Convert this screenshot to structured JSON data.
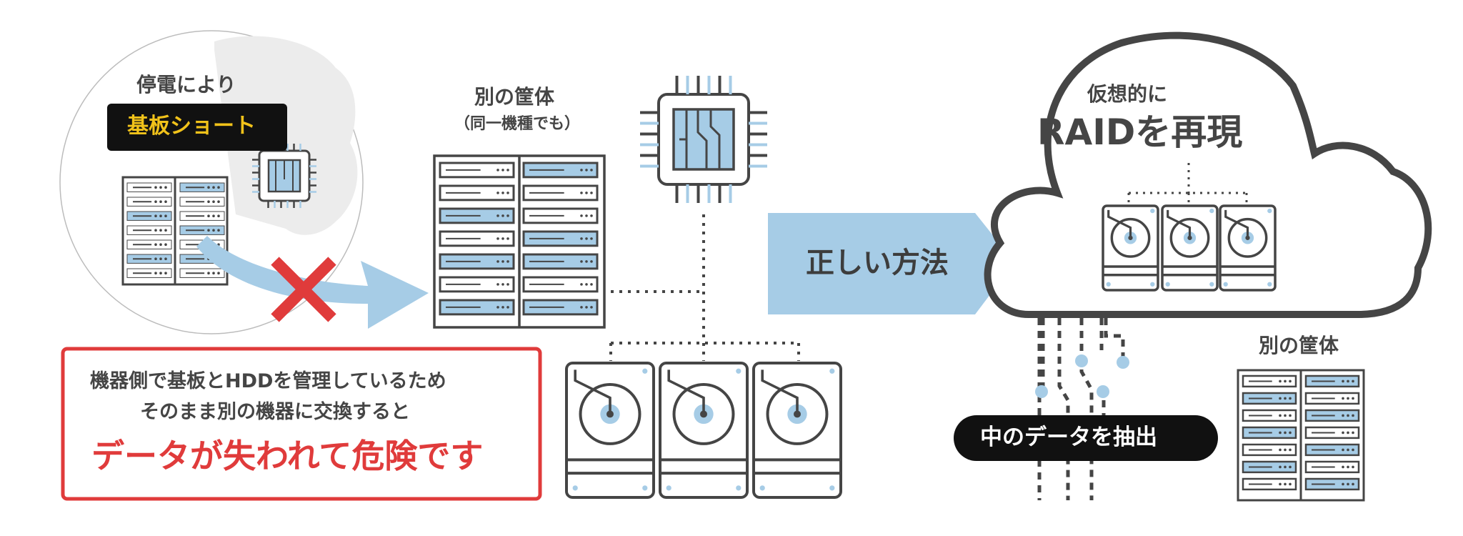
{
  "left_scene": {
    "caption_top": "停電により",
    "caption_badge": "基板ショート"
  },
  "center_server": {
    "title": "別の筐体",
    "subtitle": "（同一機種でも）"
  },
  "warning_box": {
    "line1": "機器側で基板とHDDを管理しているため",
    "line2": "そのまま別の機器に交換すると",
    "line3": "データが失われて危険です"
  },
  "arrow_right": {
    "label": "正しい方法"
  },
  "cloud": {
    "line1": "仮想的に",
    "line2": "RAIDを再現"
  },
  "right_server": {
    "title": "別の筐体"
  },
  "extract_pill": {
    "label": "中のデータを抽出"
  },
  "colors": {
    "dark": "#454545",
    "light_blue": "#a6cce6",
    "red": "#e03b3b",
    "black": "#111111",
    "gold": "#f1c21a",
    "cloud_gray": "#ececec"
  }
}
